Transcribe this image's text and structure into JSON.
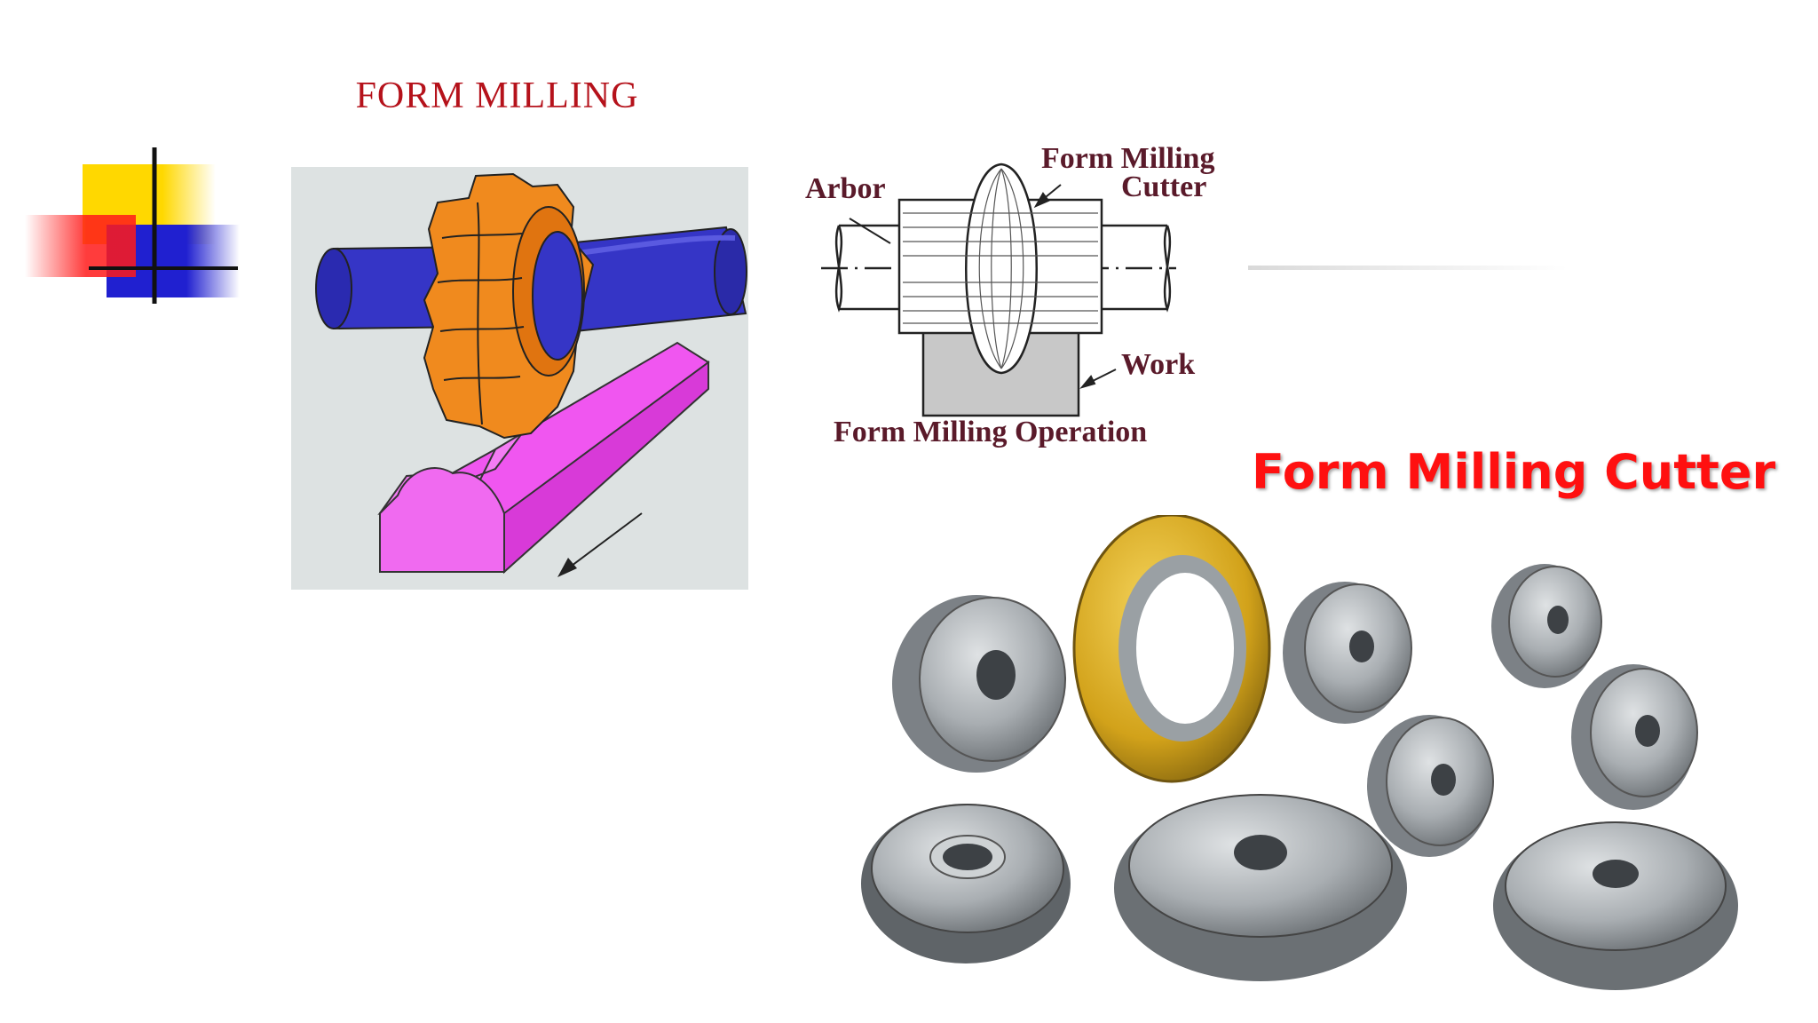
{
  "slide": {
    "title": "FORM MILLING",
    "heading": "Form Milling Cutter"
  },
  "schematic": {
    "label_arbor": "Arbor",
    "label_cutter_line1": "Form Milling",
    "label_cutter_line2": "Cutter",
    "label_work": "Work",
    "caption": "Form Milling Operation"
  },
  "colors": {
    "title_red": "#b5121b",
    "heading_red": "#ff1010",
    "arbor_blue": "#3434c8",
    "cutter_orange": "#f08a1e",
    "work_magenta": "#f050f0",
    "label_maroon": "#5a1a2a",
    "illustration_bg": "#dde2e2"
  }
}
